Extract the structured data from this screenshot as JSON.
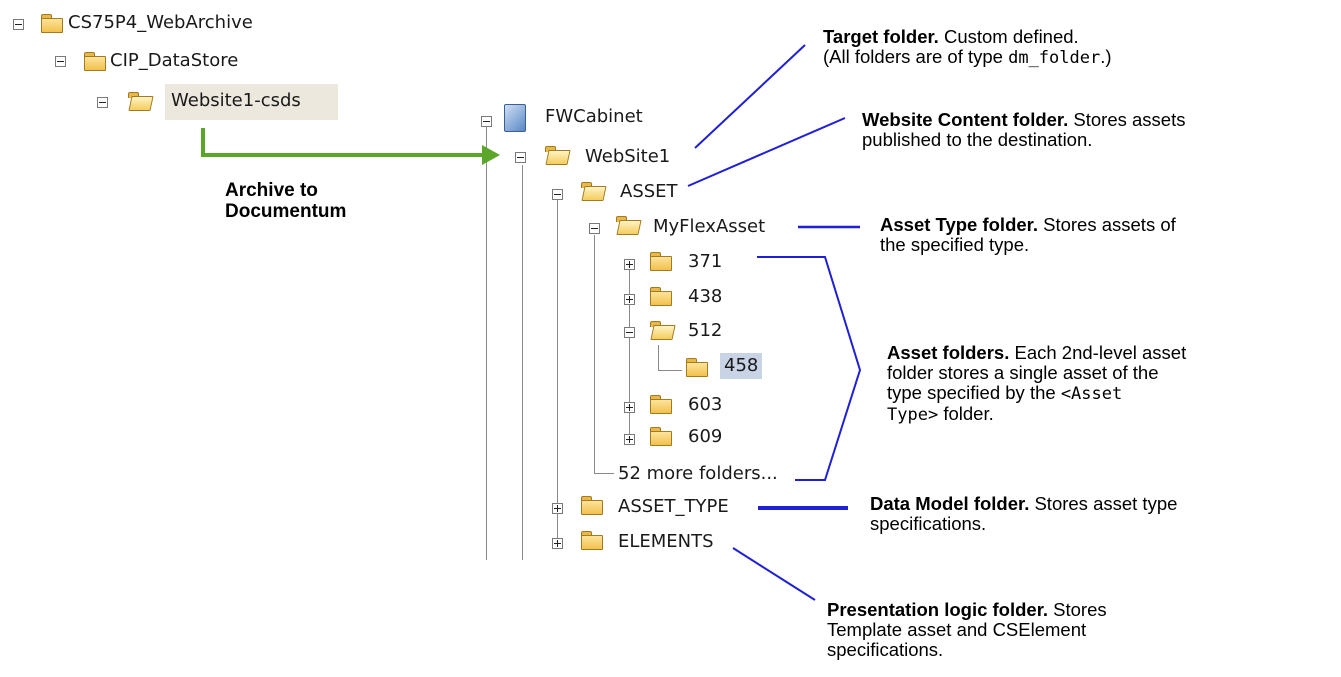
{
  "left_tree": {
    "root": "CS75P4_WebArchive",
    "child": "CIP_DataStore",
    "grandchild": "Website1-csds"
  },
  "arrow_label": {
    "line1": "Archive to",
    "line2": "Documentum"
  },
  "main_tree": {
    "cabinet": "FWCabinet",
    "website": "WebSite1",
    "asset": "ASSET",
    "asset_type_folder": "MyFlexAsset",
    "items": [
      "371",
      "438",
      "512",
      "603",
      "609"
    ],
    "sub_item": "458",
    "more": "52 more folders...",
    "asset_type": "ASSET_TYPE",
    "elements": "ELEMENTS"
  },
  "annotations": {
    "target": {
      "bold": "Target folder.",
      "line1_rest": " Custom defined.",
      "line2_a": "(All folders are of type ",
      "line2_code": "dm_folder",
      "line2_b": ".)"
    },
    "website_content": {
      "bold": "Website Content folder.",
      "line1_rest": " Stores assets",
      "line2": "published to the destination."
    },
    "asset_type": {
      "bold": "Asset Type folder.",
      "line1_rest": " Stores assets of",
      "line2": "the specified type."
    },
    "asset_folders": {
      "bold": "Asset folders.",
      "line1_rest": " Each 2nd-level asset",
      "line2": "folder stores a single asset of the",
      "line3_a": "type specified by the ",
      "line3_code": "<Asset",
      "line4_code": "Type>",
      "line4_b": " folder."
    },
    "data_model": {
      "bold": "Data Model folder.",
      "line1_rest": " Stores asset type",
      "line2": "specifications."
    },
    "presentation": {
      "bold": "Presentation logic folder.",
      "line1_rest": " Stores",
      "line2": "Template asset and CSElement",
      "line3": "specifications."
    }
  },
  "colors": {
    "callout_line": "#1f1fd6",
    "archive_arrow": "#5aa52a",
    "tree_line": "#8a8a8a",
    "folder": "#f2c14e",
    "selection": "#c9d3e6"
  }
}
